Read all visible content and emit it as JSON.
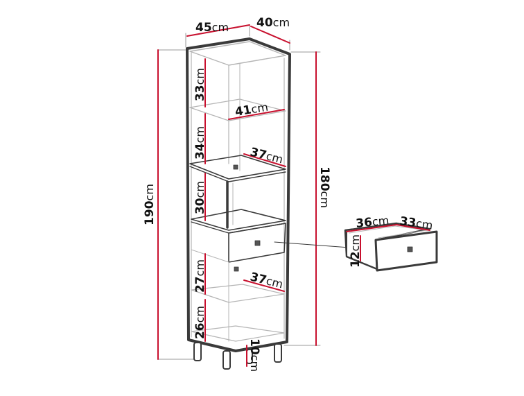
{
  "colors": {
    "outline": "#3a3a3a",
    "panel_edge": "#b5b5b5",
    "dim_red": "#c8102e",
    "dim_grey": "#9a9a9a",
    "text": "#111111"
  },
  "overall": {
    "total_height": {
      "value": "190",
      "unit": "cm"
    },
    "body_height": {
      "value": "180",
      "unit": "cm"
    },
    "width": {
      "value": "45",
      "unit": "cm"
    },
    "depth": {
      "value": "40",
      "unit": "cm"
    },
    "leg_height": {
      "value": "10",
      "unit": "cm"
    }
  },
  "compartments": [
    {
      "value": "33",
      "unit": "cm"
    },
    {
      "value": "34",
      "unit": "cm"
    },
    {
      "value": "30",
      "unit": "cm"
    },
    {
      "value": "27",
      "unit": "cm"
    },
    {
      "value": "26",
      "unit": "cm"
    }
  ],
  "shelves": [
    {
      "value": "41",
      "unit": "cm"
    },
    {
      "value": "37",
      "unit": "cm"
    },
    {
      "value": "37",
      "unit": "cm"
    }
  ],
  "drawer": {
    "width": {
      "value": "36",
      "unit": "cm"
    },
    "depth": {
      "value": "33",
      "unit": "cm"
    },
    "height": {
      "value": "12",
      "unit": "cm"
    }
  }
}
